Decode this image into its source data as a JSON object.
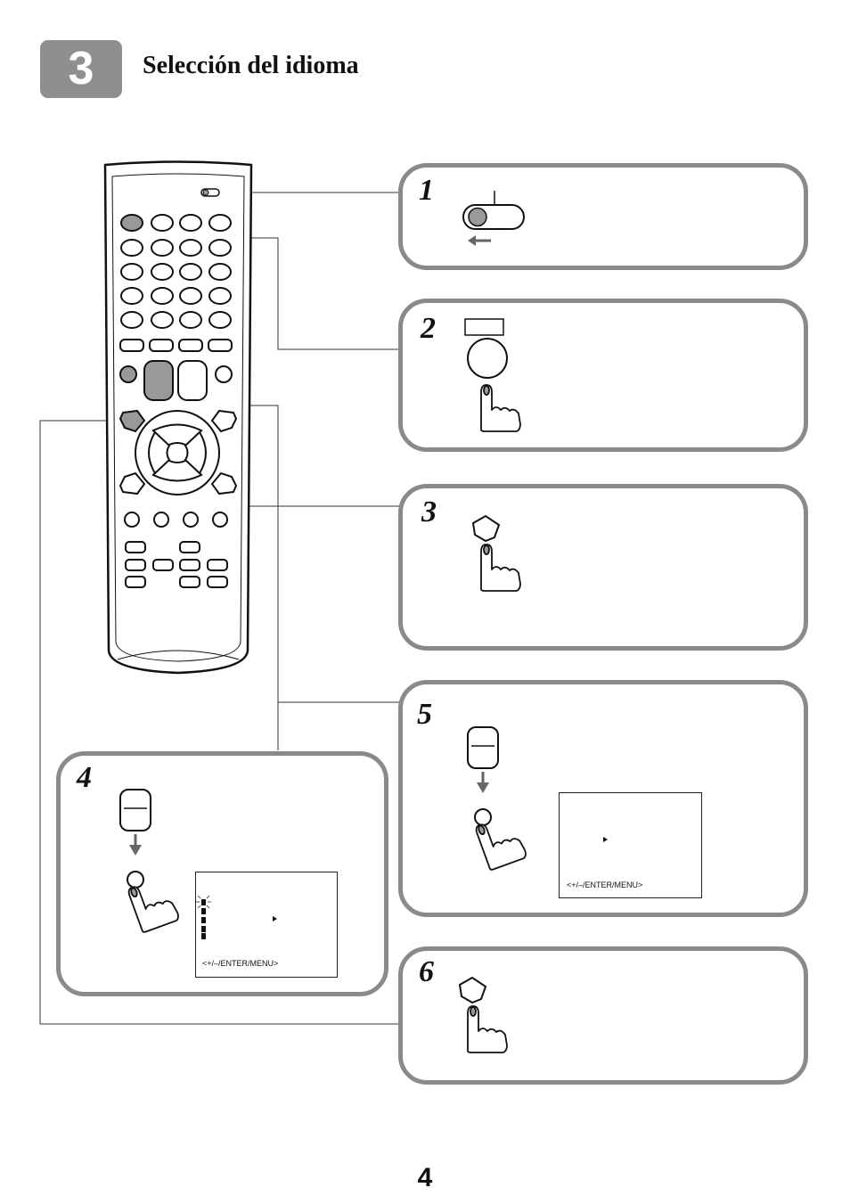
{
  "section": {
    "number": "3",
    "title": "Selección del idioma"
  },
  "steps": [
    {
      "number": "1"
    },
    {
      "number": "2"
    },
    {
      "number": "3"
    },
    {
      "number": "4",
      "osd_hint": "<+/–/ENTER/MENU>"
    },
    {
      "number": "5",
      "osd_hint": "<+/–/ENTER/MENU>"
    },
    {
      "number": "6"
    }
  ],
  "page_number": "4",
  "icons": {
    "remote": "remote-control-icon",
    "switch": "slide-switch-icon",
    "press": "pressing-hand-icon"
  },
  "colors": {
    "box_border": "#8a8a8a",
    "highlight": "#9a9a9a",
    "badge": "#8f8f8f"
  }
}
